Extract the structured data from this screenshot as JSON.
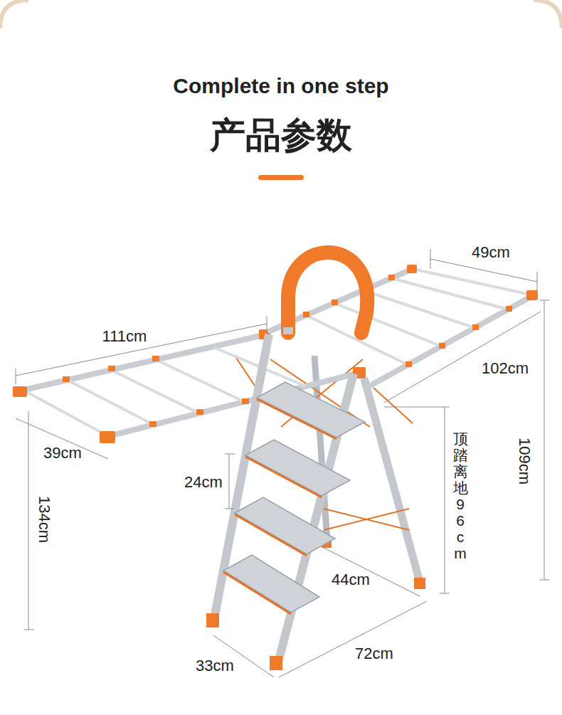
{
  "diagram": {
    "title": "产品参数",
    "labels": [
      "Complete in one step",
      "49cm",
      "111cm",
      "102cm",
      "39cm",
      "24cm",
      "顶踏离地96cm",
      "109cm",
      "134cm",
      "44cm",
      "33cm",
      "72cm"
    ]
  }
}
